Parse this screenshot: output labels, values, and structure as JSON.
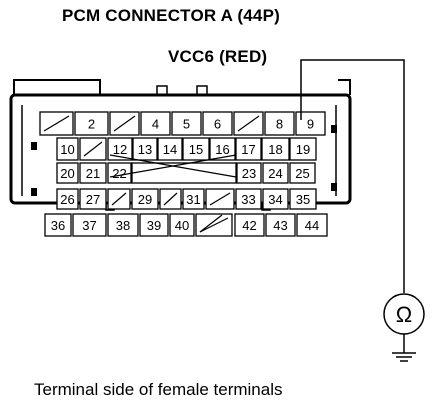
{
  "title": "PCM CONNECTOR A (44P)",
  "wire_label": "VCC6 (RED)",
  "caption": "Terminal side of female terminals",
  "meter_icon": "ohm-symbol",
  "rows": [
    [
      {
        "t": ""
      },
      {
        "t": "2"
      },
      {
        "t": ""
      },
      {
        "t": "4"
      },
      {
        "t": "5"
      },
      {
        "t": "6"
      },
      {
        "t": ""
      },
      {
        "t": "8"
      },
      {
        "t": "9"
      }
    ],
    [
      {
        "t": "10"
      },
      {
        "t": ""
      },
      {
        "t": "12"
      },
      {
        "t": "13"
      },
      {
        "t": "14"
      },
      {
        "t": "15"
      },
      {
        "t": "16"
      },
      {
        "t": "17"
      },
      {
        "t": "18"
      },
      {
        "t": "19"
      }
    ],
    [
      {
        "t": "20"
      },
      {
        "t": "21"
      },
      {
        "t": "22"
      },
      {
        "t": ""
      },
      {
        "t": "23"
      },
      {
        "t": "24"
      },
      {
        "t": "25"
      }
    ],
    [
      {
        "t": "26"
      },
      {
        "t": "27"
      },
      {
        "t": ""
      },
      {
        "t": "29"
      },
      {
        "t": ""
      },
      {
        "t": "31"
      },
      {
        "t": ""
      },
      {
        "t": "33"
      },
      {
        "t": "34"
      },
      {
        "t": "35"
      }
    ],
    [
      {
        "t": "36"
      },
      {
        "t": "37"
      },
      {
        "t": "38"
      },
      {
        "t": "39"
      },
      {
        "t": "40"
      },
      {
        "t": ""
      },
      {
        "t": "42"
      },
      {
        "t": "43"
      },
      {
        "t": "44"
      }
    ]
  ]
}
